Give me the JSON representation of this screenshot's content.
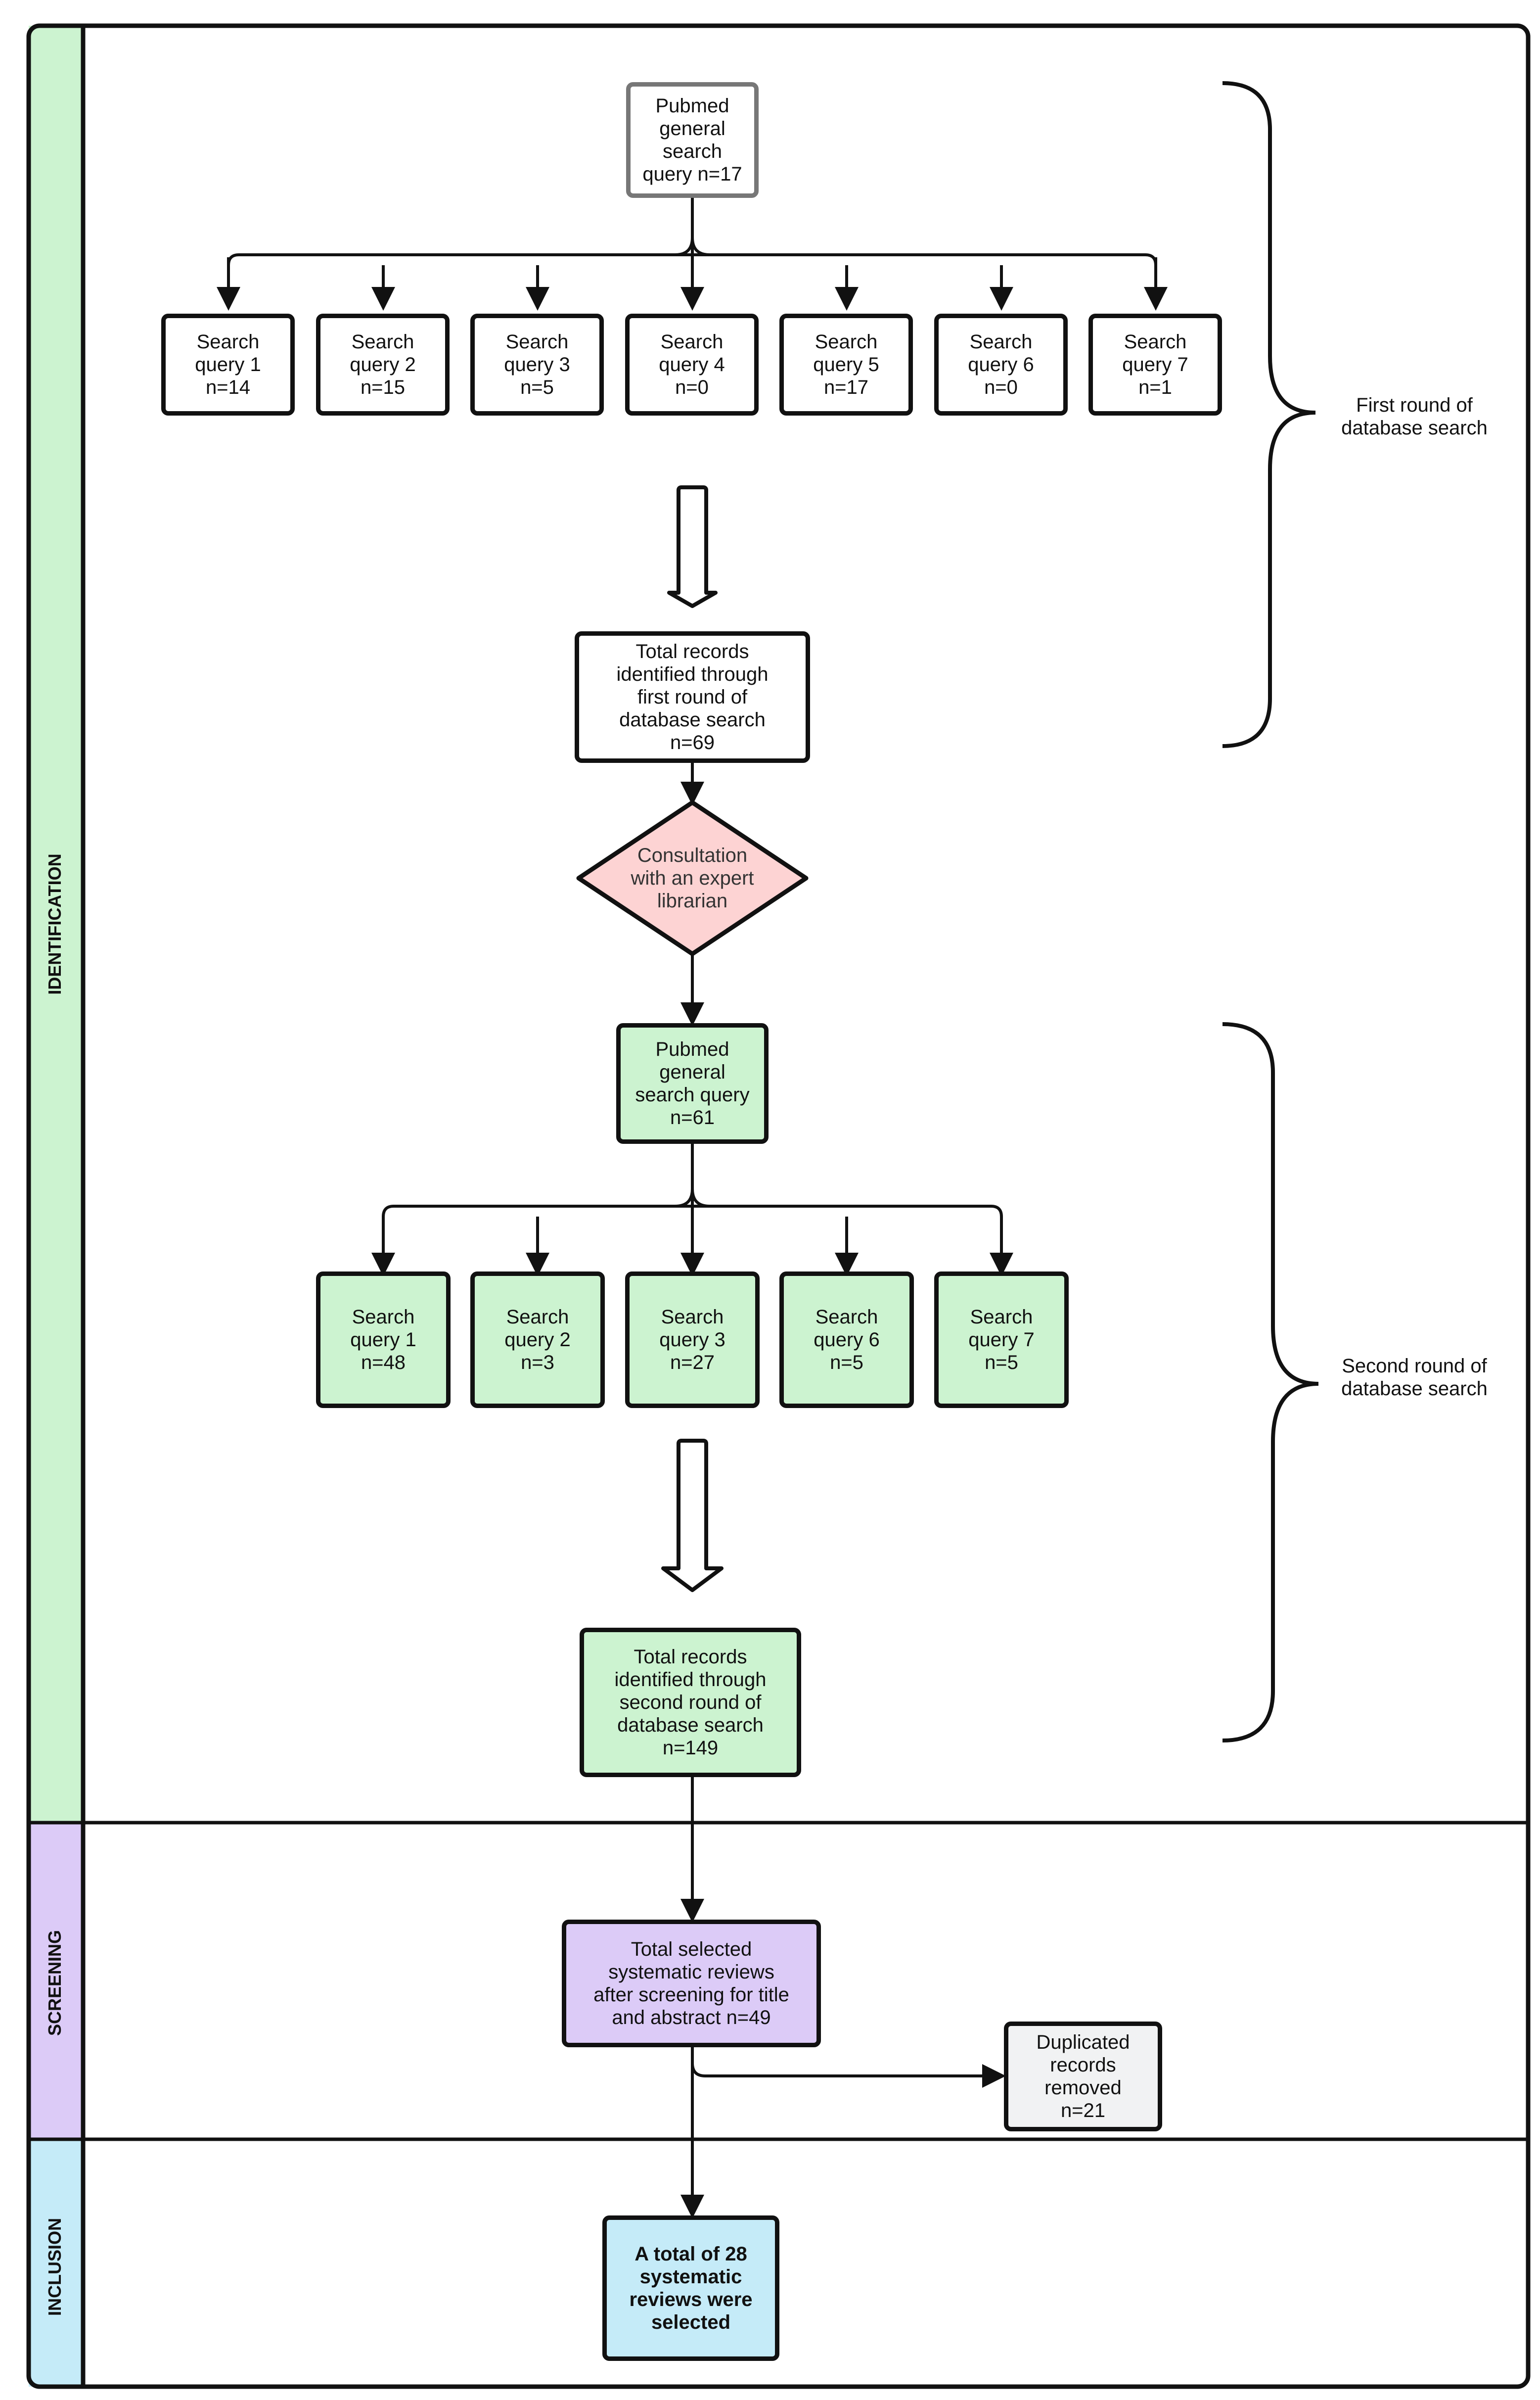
{
  "lanes": {
    "identification": {
      "label": "IDENTIFICATION",
      "color": "#ccf3d0"
    },
    "screening": {
      "label": "SCREENING",
      "color": "#dccbf7"
    },
    "inclusion": {
      "label": "INCLUSION",
      "color": "#c5ebf8"
    }
  },
  "round1": {
    "general": "Pubmed\ngeneral\nsearch\nquery n=17",
    "queries": [
      "Search\nquery  1\nn=14",
      "Search\nquery 2\nn=15",
      "Search\nquery 3\nn=5",
      "Search\nquery 4\nn=0",
      "Search\nquery 5\nn=17",
      "Search\nquery 6\nn=0",
      "Search\nquery 7\nn=1"
    ],
    "total": "Total records\nidentified through\nfirst round of\ndatabase search\nn=69",
    "brace_label": "First round of\ndatabase search"
  },
  "consultation": "Consultation\nwith an expert\nlibrarian",
  "round2": {
    "general": "Pubmed\ngeneral\nsearch query\nn=61",
    "queries": [
      "Search\nquery 1\nn=48",
      "Search\nquery 2\nn=3",
      "Search\nquery 3\nn=27",
      "Search\nquery 6\nn=5",
      "Search\nquery 7\nn=5"
    ],
    "total": "Total records\nidentified through\nsecond round of\ndatabase search\nn=149",
    "brace_label": "Second round of\ndatabase search"
  },
  "screening": {
    "selected": "Total selected\nsystematic reviews\nafter screening for title\nand abstract n=49",
    "duplicates": "Duplicated\nrecords\nremoved\nn=21"
  },
  "inclusion": {
    "final": "A total of 28\nsystematic\nreviews were\nselected"
  },
  "colors": {
    "green_box": "#ccf3d0",
    "pink_diamond": "#fdd3d3",
    "purple_box": "#dccbf7",
    "grey_box": "#f1f2f3",
    "blue_box": "#c5ebf8",
    "general_border": "#777777"
  }
}
